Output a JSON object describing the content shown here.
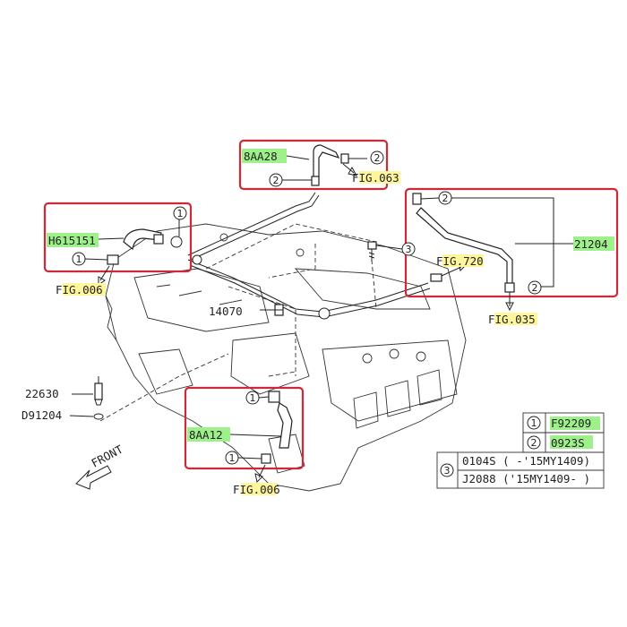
{
  "callouts": {
    "group_a": {
      "part": "8AA28",
      "fig": "FIG.063",
      "c1": "2",
      "c2": "2"
    },
    "group_b": {
      "part": "H615151",
      "fig": "FIG.006",
      "c1": "1",
      "c2": "1"
    },
    "group_c": {
      "part": "21204",
      "fig_a": "FIG.720",
      "fig_b": "FIG.035",
      "c1": "2",
      "c2": "2"
    },
    "group_d": {
      "part": "8AA12",
      "fig": "FIG.006",
      "c1": "1",
      "c2": "1"
    },
    "bolt": {
      "c": "3"
    }
  },
  "labels": {
    "pipe": "14070",
    "sensor": "22630",
    "gasket": "D91204",
    "front": "FRONT"
  },
  "legend": {
    "rows": [
      {
        "num": "1",
        "code": "F92209"
      },
      {
        "num": "2",
        "code": "0923S"
      }
    ],
    "row3": {
      "num": "3",
      "line1": "0104S ( -'15MY1409)",
      "line2": "J2088 ('15MY1409- )"
    }
  },
  "colors": {
    "box": "#cc2a36",
    "green_highlight": "#9ef08a",
    "yellow_highlight": "#fff59a"
  }
}
